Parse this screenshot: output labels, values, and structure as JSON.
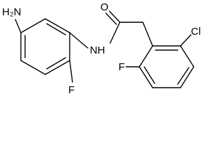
{
  "molecule": {
    "atom_labels": {
      "amino": "H₂N",
      "amine_nh": "NH",
      "carbonyl_o": "O",
      "chloro": "Cl",
      "fluoro_left": "F",
      "fluoro_right": "F"
    }
  }
}
